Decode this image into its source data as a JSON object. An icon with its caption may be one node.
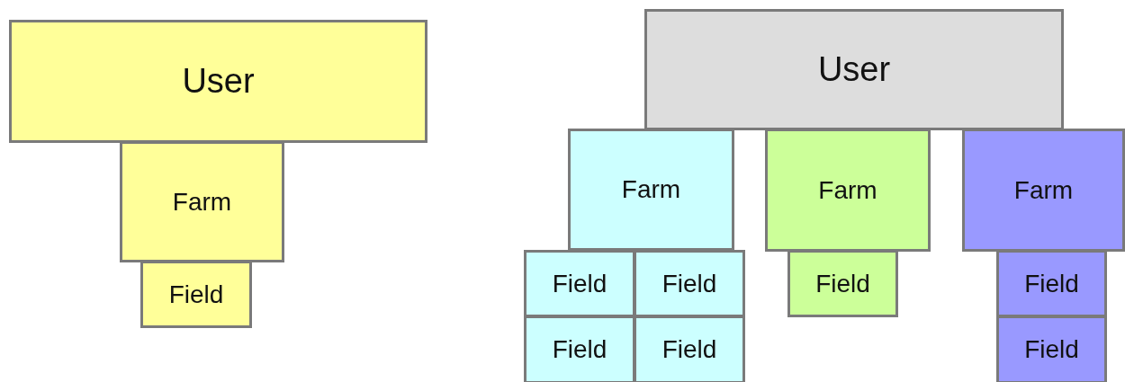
{
  "diagram": {
    "nodes": [
      {
        "text": [
          "User"
        ]
      },
      {
        "text": [
          "Farm"
        ]
      },
      {
        "text": [
          "Field"
        ]
      },
      {
        "text": [
          "User"
        ]
      },
      {
        "text": [
          "Farm"
        ]
      },
      {
        "text": [
          "Farm"
        ]
      },
      {
        "text": [
          "Farm"
        ]
      },
      {
        "text": [
          "Field"
        ]
      },
      {
        "text": [
          "Field"
        ]
      },
      {
        "text": [
          "Field"
        ]
      },
      {
        "text": [
          "Field"
        ]
      },
      {
        "text": [
          "Field"
        ]
      },
      {
        "text": [
          "Field"
        ]
      },
      {
        "text": [
          "Field"
        ]
      }
    ],
    "edges": []
  }
}
